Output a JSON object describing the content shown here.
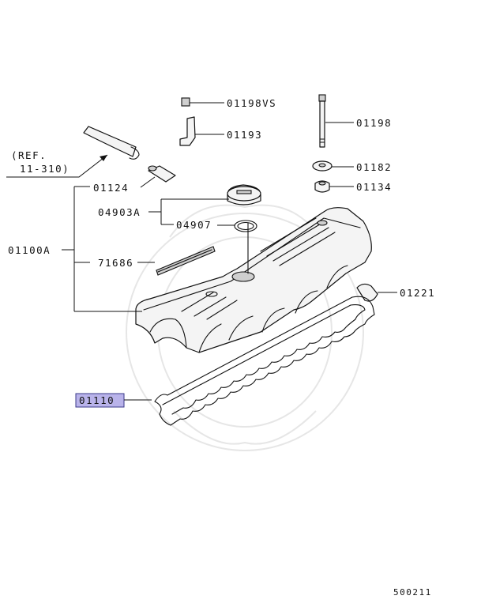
{
  "diagram": {
    "reference_label_line1": "(REF.",
    "reference_label_line2": "11-310)",
    "labels": {
      "p01198VS": "01198VS",
      "p01193": "01193",
      "p01198": "01198",
      "p01182": "01182",
      "p01134": "01134",
      "p01124": "01124",
      "p04903A": "04903A",
      "p04907": "04907",
      "p01100A": "01100A",
      "p71686": "71686",
      "p01221": "01221",
      "p01110": "01110"
    },
    "highlighted_part": "01110",
    "highlight_color": "#b9b3ea",
    "footer_code": "500211"
  }
}
